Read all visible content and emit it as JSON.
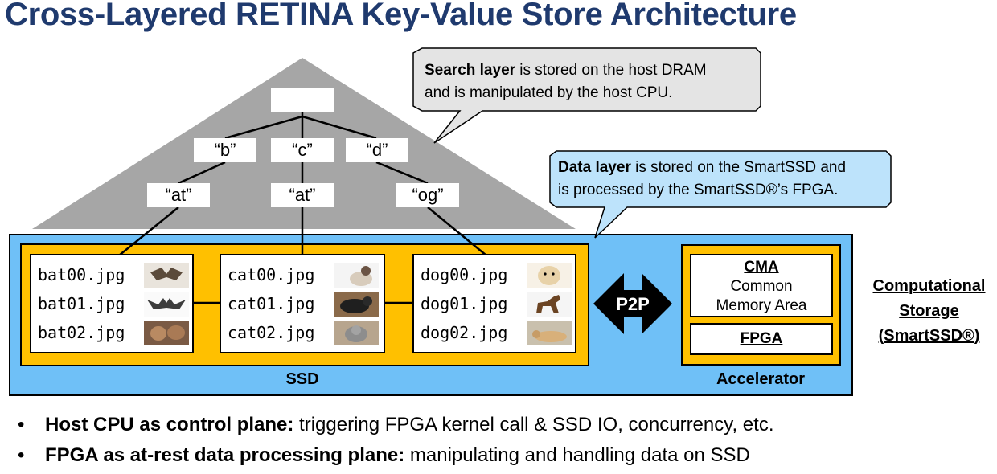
{
  "title": "Cross-Layered RETINA Key-Value Store Architecture",
  "tree": {
    "root": "",
    "level1": [
      "“b”",
      "“c”",
      "“d”"
    ],
    "level2": [
      "“at”",
      "“at”",
      "“og”"
    ]
  },
  "callouts": {
    "search": {
      "bold": "Search layer",
      "line1_rest": " is stored on the host DRAM",
      "line2": "and is manipulated by the host CPU."
    },
    "data": {
      "bold": "Data layer",
      "line1_rest": " is stored on the SmartSSD and",
      "line2": "is processed by the SmartSSD®’s FPGA."
    }
  },
  "files": {
    "bat": [
      "bat00.jpg",
      "bat01.jpg",
      "bat02.jpg"
    ],
    "cat": [
      "cat00.jpg",
      "cat01.jpg",
      "cat02.jpg"
    ],
    "dog": [
      "dog00.jpg",
      "dog01.jpg",
      "dog02.jpg"
    ]
  },
  "ssd_label": "SSD",
  "p2p_label": "P2P",
  "accelerator": {
    "cma_title": "CMA",
    "cma_line1": "Common",
    "cma_line2": "Memory Area",
    "fpga": "FPGA",
    "label": "Accelerator"
  },
  "computational_storage": {
    "line1": "Computational",
    "line2": "Storage",
    "line3": "(SmartSSD®)"
  },
  "bullets": [
    {
      "bold": "Host CPU as control plane:",
      "rest": " triggering FPGA kernel call & SSD IO, concurrency, etc."
    },
    {
      "bold": "FPGA as at-rest data processing plane:",
      "rest": " manipulating and handling data on SSD"
    }
  ],
  "colors": {
    "title": "#1f3a6e",
    "triangle": "#a6a6a6",
    "smartssd_bg": "#6fc0f7",
    "ssd_gold": "#ffc000",
    "search_callout": "#e4e4e4",
    "data_callout": "#bde3fb"
  }
}
